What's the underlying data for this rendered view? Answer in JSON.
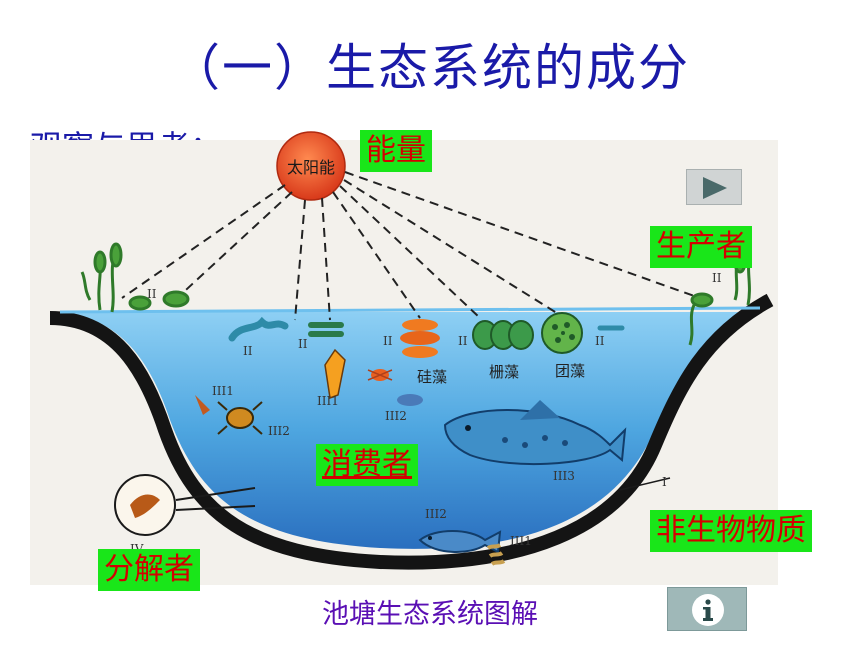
{
  "title": "（一）生态系统的成分",
  "prompt": "观察与思考：",
  "sun_label": "太阳能",
  "labels": {
    "energy": "能量",
    "producer": "生产者",
    "consumer": "消费者",
    "nonliving": "非生物物质",
    "decomposer": "分解者"
  },
  "organisms": {
    "diatom": "硅藻",
    "fence_algae": "栅藻",
    "cluster_algae": "团藻"
  },
  "roman_marks": {
    "ii": "II",
    "iii1": "III1",
    "iii2": "III2",
    "iii3": "III3",
    "iv": "IV",
    "i": "I"
  },
  "caption": "池塘生态系统图解",
  "icons": {
    "play": "play-icon",
    "info": "info-icon"
  },
  "colors": {
    "title": "#1a1aa8",
    "label_bg": "#19e619",
    "label_text": "#d40000",
    "caption": "#5a0fb4",
    "water": "#5fb1e4",
    "sun": "#e8461e"
  }
}
